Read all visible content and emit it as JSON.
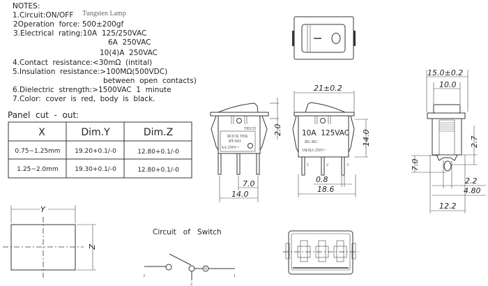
{
  "notes": {
    "heading": "NOTES:",
    "lines": [
      "1.Circuit:ON/OFF",
      "2Operation  force: 500±200gf",
      "3.Electrical  rating:10A  125/250VAC",
      "6A  250VAC",
      "10(4)A  250VAC",
      "4.Contact  resistance:<30mΩ  (intital)",
      "5.Insulation  resistance:>100MΩ(500VDC)",
      "between  open  contacts)",
      "6.Dielectric  strength:>1500VAC  1  minute",
      "7.Color:  cover  is  red,  body  is  black."
    ],
    "lamp_type": "Tungsten Lamp"
  },
  "panel_cutout": {
    "title": "Panel  cut  -  out:",
    "headers": [
      "X",
      "Dim.Y",
      "Dim.Z"
    ],
    "rows": [
      [
        "0.75~1.25mm",
        "19.20+0.1/-0",
        "12.80+0.1/-0"
      ],
      [
        "1.25~2.0mm",
        "19.30+0.1/-0",
        "12.80+0.1/-0"
      ]
    ]
  },
  "top_view": {
    "off_symbol": "O",
    "on_symbol": "I"
  },
  "side_view": {
    "label_brand": "ROCK TEK",
    "label_model": "RT-S01",
    "label_rating": "6A 250V~",
    "label_temp": "T85/55",
    "dims": {
      "height": "2.0",
      "pitch": "7.0",
      "pin_span": "14.0"
    }
  },
  "front_view": {
    "rating1": "10A  125VAC",
    "cert": "ЯU.ЯU",
    "rating2": "10(4)A 250V~",
    "pins": [
      "1",
      "2",
      "3"
    ],
    "dims": {
      "width": "21±0.2",
      "height": "14.0",
      "pin_thickness": "0.8",
      "body_width": "18.6"
    }
  },
  "right_view": {
    "dims": {
      "width": "15.0±0.2",
      "rocker": "10.0",
      "a": "2.7",
      "b": "7.0",
      "c": "2.2",
      "d": "4.80",
      "e": "12.2"
    }
  },
  "cutout_drawing": {
    "y_label": "Y",
    "z_label": "Z"
  },
  "circuit": {
    "title": "Circuit   of   Switch",
    "terminals": [
      "3",
      "2",
      "1"
    ],
    "lamp_symbol": "N"
  }
}
